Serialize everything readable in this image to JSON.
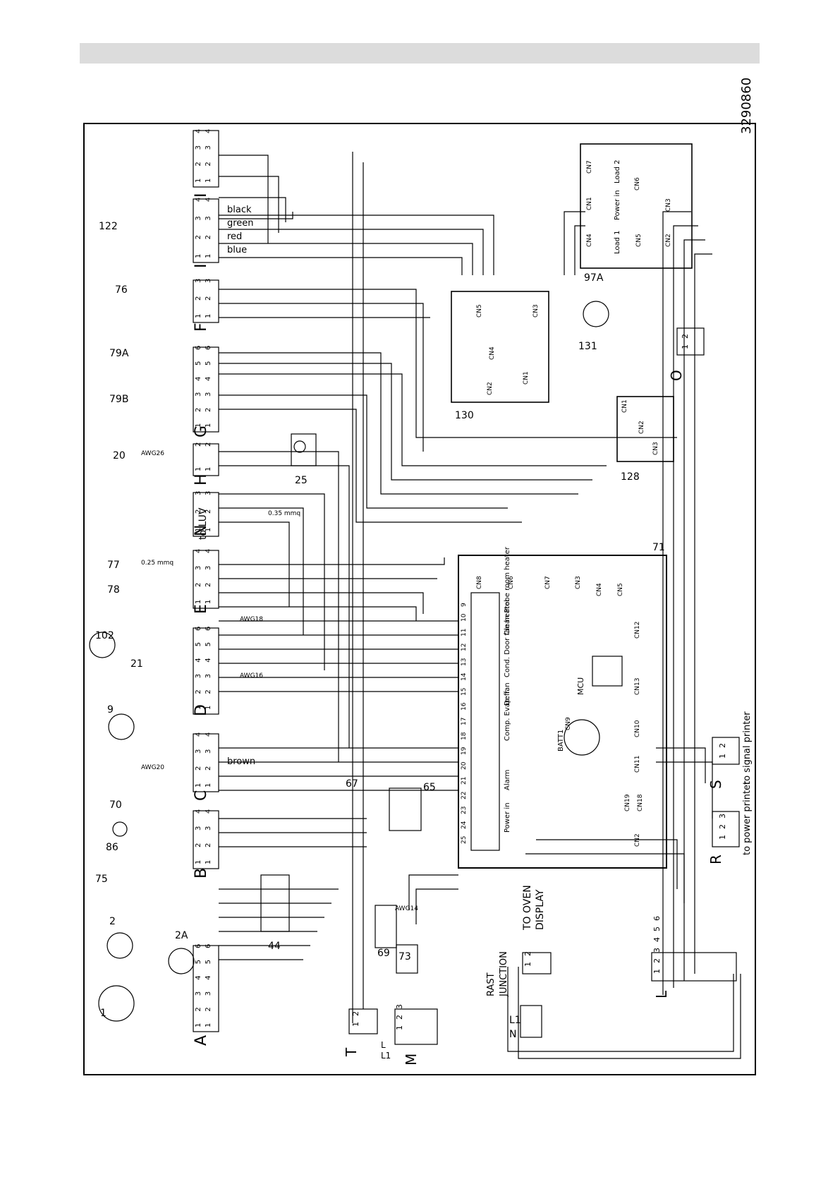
{
  "document_code": "3290860",
  "colors": {
    "line": "#000000",
    "header_bar": "#dcdcdc"
  },
  "connectors": [
    {
      "id": "A",
      "pins": [
        "1",
        "2",
        "3",
        "4",
        "5",
        "6"
      ]
    },
    {
      "id": "B",
      "pins": [
        "1",
        "2",
        "3",
        "4"
      ]
    },
    {
      "id": "C",
      "pins": [
        "1",
        "2",
        "3",
        "4"
      ]
    },
    {
      "id": "D",
      "pins": [
        "1",
        "2",
        "3",
        "4",
        "5",
        "6"
      ]
    },
    {
      "id": "E",
      "pins": [
        "1",
        "2",
        "3",
        "4"
      ]
    },
    {
      "id": "N",
      "pins": [
        "1",
        "2",
        "3"
      ]
    },
    {
      "id": "H",
      "pins": [
        "1",
        "2"
      ]
    },
    {
      "id": "G",
      "pins": [
        "1",
        "2",
        "3",
        "4",
        "5",
        "6"
      ]
    },
    {
      "id": "F",
      "pins": [
        "1",
        "2",
        "3"
      ]
    },
    {
      "id": "I",
      "pins": [
        "1",
        "2",
        "3",
        "4"
      ]
    },
    {
      "id": "I",
      "pins": [
        "1",
        "2",
        "3",
        "4"
      ]
    }
  ],
  "labels": {
    "n_suffix": "to LUV",
    "wire_blue": "blue",
    "wire_red": "red",
    "wire_green": "green",
    "wire_black": "black",
    "wire_brown": "brown",
    "awg18": "AWG18",
    "awg16": "AWG16",
    "awg14": "AWG14",
    "awg20": "AWG20",
    "awg26": "AWG26",
    "mmq035": "0.35 mmq",
    "mmq025": "0.25 mmq",
    "to_signal_printer": "to signal printer",
    "to_power_printer": "to power printer",
    "to_oven_display_1": "TO OVEN",
    "to_oven_display_2": "DISPLAY",
    "rast_1": "RAST",
    "rast_2": "JUNCTION"
  },
  "components": {
    "c1": "1",
    "c2": "2",
    "c2a": "2A",
    "c9": "9",
    "c20": "20",
    "c21": "21",
    "c25": "25",
    "c44": "44",
    "c65": "65",
    "c67": "67",
    "c69": "69",
    "c70": "70",
    "c71": "71",
    "c73": "73",
    "c75": "75",
    "c76": "76",
    "c77": "77",
    "c78": "78",
    "c79a": "79A",
    "c79b": "79B",
    "c86": "86",
    "c97a": "97A",
    "c102": "102",
    "c122": "122",
    "c128": "128",
    "c130": "130",
    "c131": "131"
  },
  "board71": {
    "mcu": "MCU",
    "batt": "BATT1",
    "cn": [
      "CN8",
      "CN6",
      "CN7",
      "CN3",
      "CN4",
      "CN5",
      "CN9",
      "CN12",
      "CN13",
      "CN10",
      "CN11",
      "CN19",
      "CN18",
      "CN2"
    ],
    "relay_labels": [
      "Clean Probe room heater",
      "Cond. Door fan heater",
      "Defr.",
      "Comp. Evap. fan",
      "Alarm",
      "Power in"
    ],
    "terminals": [
      "9",
      "10",
      "11",
      "12",
      "13",
      "14",
      "15",
      "16",
      "17",
      "18",
      "19",
      "20",
      "21",
      "22",
      "23",
      "24",
      "25"
    ]
  },
  "board97a": {
    "cn": [
      "CN7",
      "CN1",
      "CN4",
      "CN6",
      "CN5",
      "CN3",
      "CN2"
    ],
    "load2": "Load 2",
    "power_in": "Power in",
    "load1": "Load 1"
  },
  "board130": {
    "cn": [
      "CN5",
      "CN3",
      "CN4",
      "CN2",
      "CN1"
    ]
  },
  "board128": {
    "cn": [
      "CN1",
      "CN2",
      "CN3"
    ]
  },
  "small_connectors": {
    "O": {
      "id": "O",
      "pins": [
        "1",
        "2"
      ]
    },
    "S": {
      "id": "S",
      "pins": [
        "1",
        "2"
      ]
    },
    "R": {
      "id": "R",
      "pins": [
        "1",
        "2",
        "3"
      ]
    },
    "T": {
      "id": "T",
      "pins": [
        "1",
        "2"
      ]
    },
    "M": {
      "id": "M",
      "pins": [
        "1",
        "2",
        "3"
      ]
    },
    "L": {
      "id": "L",
      "pins": [
        "1",
        "2",
        "3",
        "4",
        "5",
        "6"
      ]
    },
    "D2": {
      "id": "",
      "pins": [
        "1",
        "2"
      ]
    }
  },
  "power": {
    "l1": "L1",
    "n": "N",
    "l": "L",
    "l1b": "L1"
  }
}
